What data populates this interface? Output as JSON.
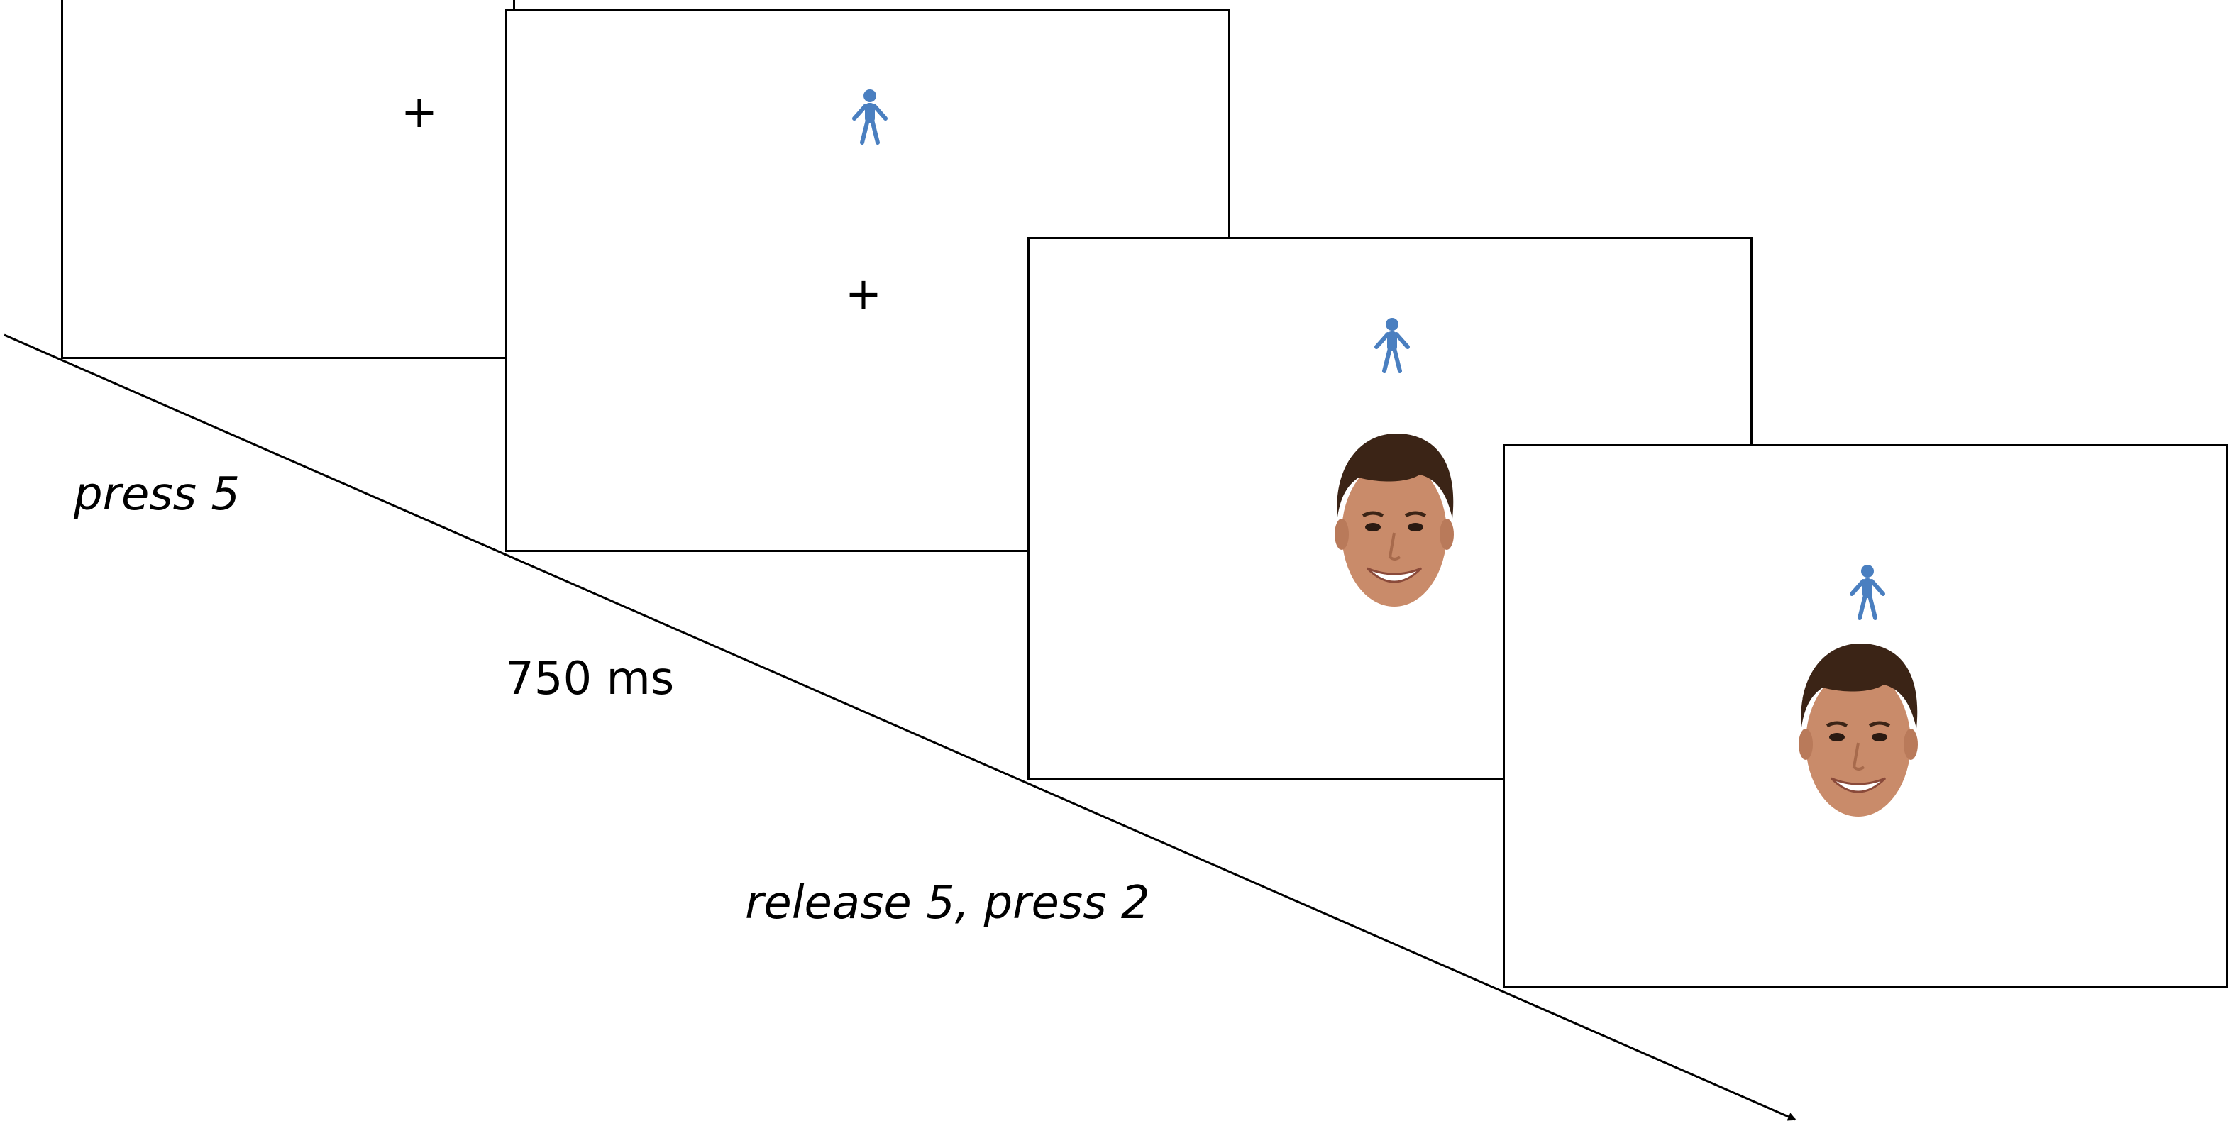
{
  "screens": [
    {
      "fixation": "+",
      "has_figure": false,
      "has_face": false
    },
    {
      "fixation": "+",
      "has_figure": true,
      "has_face": false
    },
    {
      "fixation": "",
      "has_figure": true,
      "has_face": true
    },
    {
      "fixation": "",
      "has_figure": true,
      "has_face": true
    }
  ],
  "labels": {
    "step1": "press 5",
    "step2": "750 ms",
    "step3": "release 5, press 2"
  },
  "colors": {
    "figure": "#4a7fc0",
    "frame": "#000000",
    "hair": "#3b2416",
    "skin": "#c98b6a"
  },
  "icons": {
    "figure": "person-figure-icon",
    "face": "smiling-face-photo"
  }
}
